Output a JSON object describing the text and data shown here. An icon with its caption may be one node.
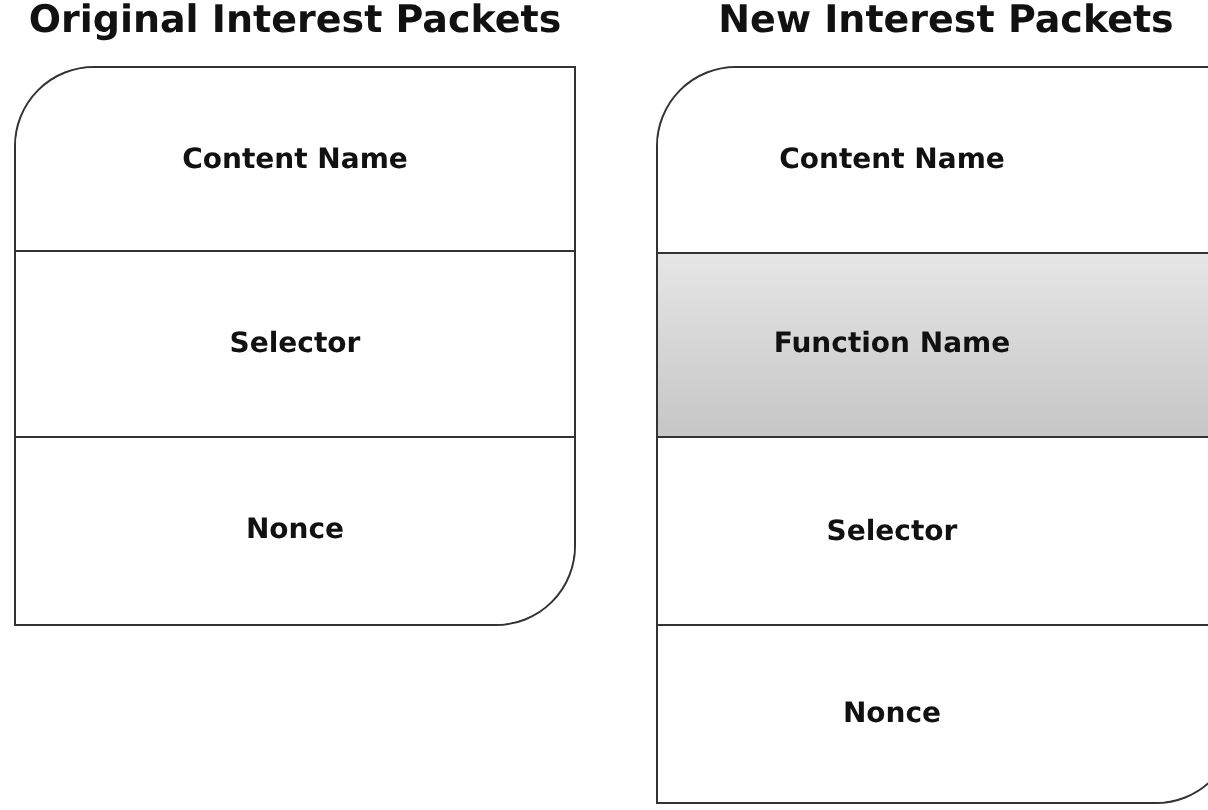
{
  "diagram": {
    "nodes": [
      {
        "text": [
          "Original Interest Packets"
        ]
      },
      {
        "text": [
          "Content Name"
        ],
        "in": 0
      },
      {
        "text": [
          "Selector"
        ],
        "in": 0
      },
      {
        "text": [
          "Nonce"
        ],
        "in": 0
      },
      {
        "text": [
          "New Interest Packets"
        ]
      },
      {
        "text": [
          "Content Name"
        ],
        "in": 4
      },
      {
        "text": [
          "Function Name"
        ],
        "in": 4
      },
      {
        "text": [
          "Selector"
        ],
        "in": 4
      },
      {
        "text": [
          "Nonce"
        ],
        "in": 4
      }
    ]
  }
}
